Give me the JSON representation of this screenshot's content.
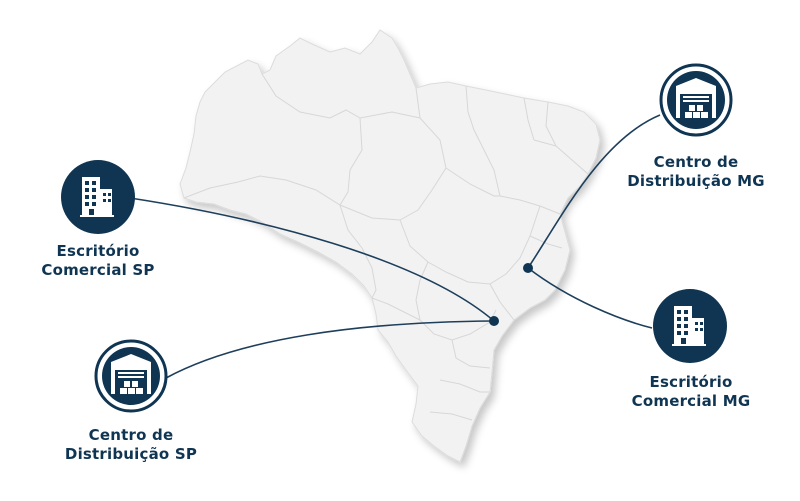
{
  "locations": [
    {
      "id": "escritorio-sp",
      "icon": "office-building-icon",
      "line1": "Escritório",
      "line2": "Comercial SP"
    },
    {
      "id": "distribuicao-sp",
      "icon": "warehouse-icon",
      "line1": "Centro de",
      "line2": "Distribuição SP"
    },
    {
      "id": "distribuicao-mg",
      "icon": "warehouse-icon",
      "line1": "Centro de",
      "line2": "Distribuição MG"
    },
    {
      "id": "escritorio-mg",
      "icon": "office-building-icon",
      "line1": "Escritório",
      "line2": "Comercial MG"
    }
  ],
  "colors": {
    "navy": "#0f3552",
    "map_fill": "#f1f1f1",
    "map_border": "#d9d9d9",
    "connector": "#1d3f5c"
  }
}
